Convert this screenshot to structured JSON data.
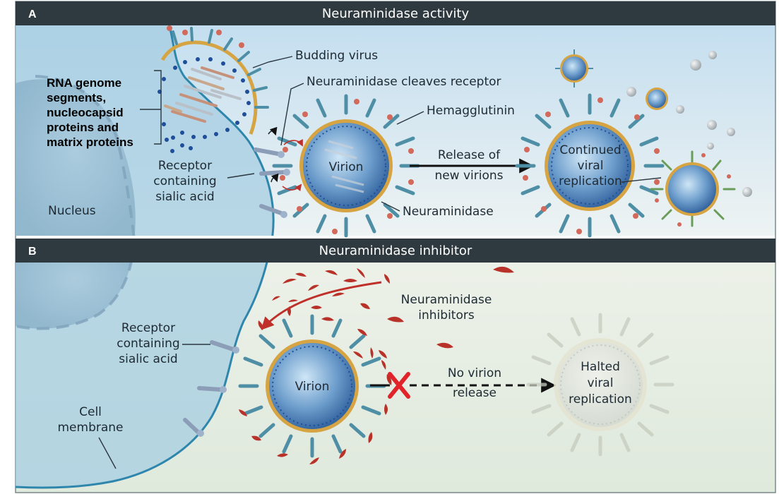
{
  "panel_a": {
    "letter": "A",
    "title": "Neuraminidase activity",
    "labels": {
      "budding_virus": "Budding virus",
      "neuraminidase_cleaves": "Neuraminidase cleaves receptor",
      "hemagglutinin": "Hemagglutinin",
      "rna_line1": "RNA genome",
      "rna_line2": "segments,",
      "rna_line3": "nucleocapsid",
      "rna_line4": "proteins and",
      "rna_line5": "matrix proteins",
      "receptor_line1": "Receptor",
      "receptor_line2": "containing",
      "receptor_line3": "sialic acid",
      "nucleus": "Nucleus",
      "virion": "Virion",
      "release_line1": "Release of",
      "release_line2": "new virions",
      "continued_line1": "Continued",
      "continued_line2": "viral",
      "continued_line3": "replication",
      "neuraminidase": "Neuraminidase"
    }
  },
  "panel_b": {
    "letter": "B",
    "title": "Neuraminidase inhibitor",
    "labels": {
      "inhibitors_line1": "Neuraminidase",
      "inhibitors_line2": "inhibitors",
      "receptor_line1": "Receptor",
      "receptor_line2": "containing",
      "receptor_line3": "sialic acid",
      "virion": "Virion",
      "no_release_line1": "No virion",
      "no_release_line2": "release",
      "halted_line1": "Halted",
      "halted_line2": "viral",
      "halted_line3": "replication",
      "cell_membrane_line1": "Cell",
      "cell_membrane_line2": "membrane"
    }
  },
  "colors": {
    "title_bar": "#2e3a40",
    "panel_a_bg": "#d6e9f4",
    "panel_b_bg": "#e3ede0",
    "cell": "#9cc3dc",
    "membrane": "#2f86ad",
    "envelope": "#d6a443",
    "hemagglutinin": "#4f8fa6",
    "neuraminidase": "#d2695a",
    "inhibitor": "#b8322a",
    "x_mark": "#e0242a"
  }
}
